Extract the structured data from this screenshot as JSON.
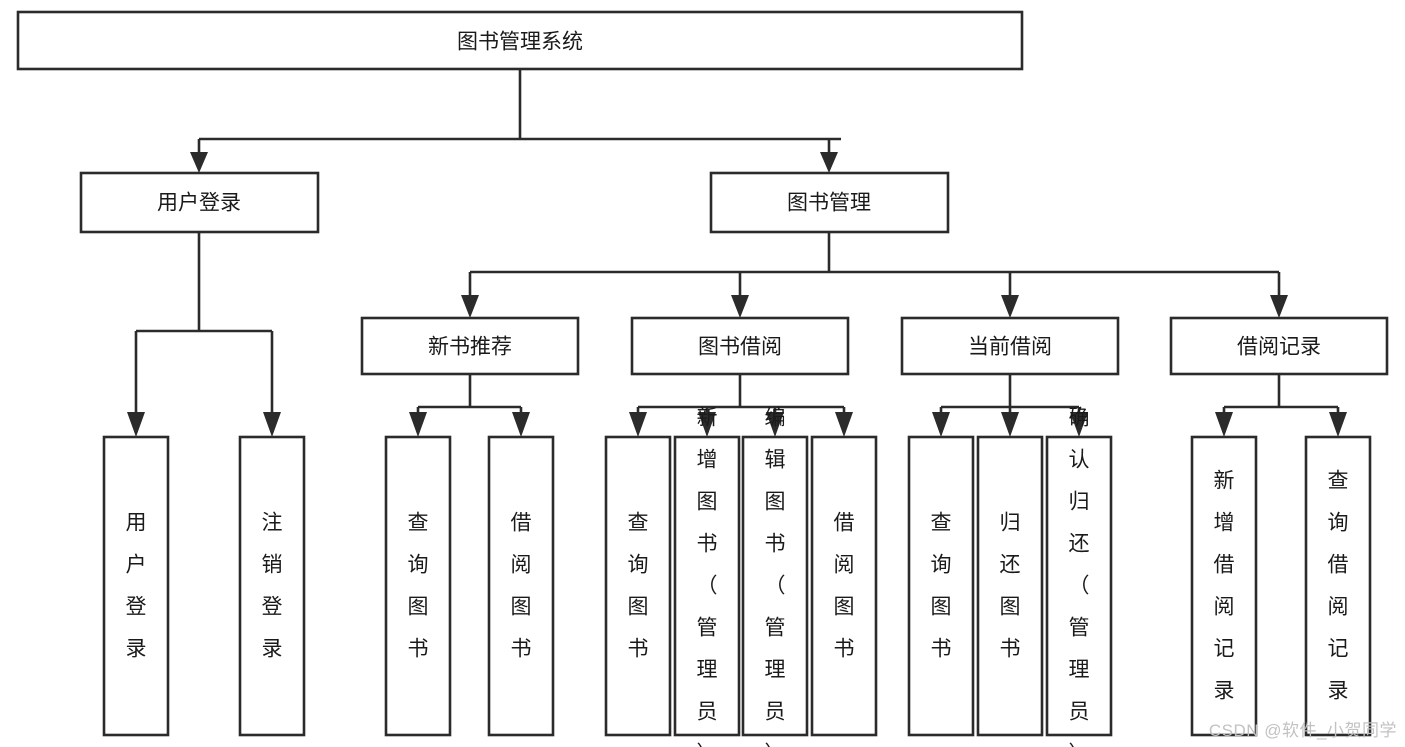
{
  "diagram": {
    "type": "tree-hierarchy-chart",
    "title": "图书管理系统",
    "watermark": "CSDN @软件_小贺同学",
    "colors": {
      "stroke": "#2b2b2b",
      "fill": "#ffffff",
      "text": "#1a1a1a",
      "watermark": "#c2c2c2"
    },
    "levels": [
      {
        "level": 1,
        "nodes": [
          {
            "id": "root",
            "label": "图书管理系统",
            "orientation": "horizontal"
          }
        ]
      },
      {
        "level": 2,
        "nodes": [
          {
            "id": "login",
            "label": "用户登录",
            "orientation": "horizontal",
            "parent": "root"
          },
          {
            "id": "bookmgmt",
            "label": "图书管理",
            "orientation": "horizontal",
            "parent": "root"
          }
        ]
      },
      {
        "level": 3,
        "nodes": [
          {
            "id": "newbook",
            "label": "新书推荐",
            "orientation": "horizontal",
            "parent": "bookmgmt"
          },
          {
            "id": "borrow",
            "label": "图书借阅",
            "orientation": "horizontal",
            "parent": "bookmgmt"
          },
          {
            "id": "current",
            "label": "当前借阅",
            "orientation": "horizontal",
            "parent": "bookmgmt"
          },
          {
            "id": "records",
            "label": "借阅记录",
            "orientation": "horizontal",
            "parent": "bookmgmt"
          }
        ]
      },
      {
        "level": 4,
        "nodes": [
          {
            "id": "leaf-1",
            "label": "用户登录",
            "orientation": "vertical",
            "parent": "login"
          },
          {
            "id": "leaf-2",
            "label": "注销登录",
            "orientation": "vertical",
            "parent": "login"
          },
          {
            "id": "leaf-3",
            "label": "查询图书",
            "orientation": "vertical",
            "parent": "newbook"
          },
          {
            "id": "leaf-4",
            "label": "借阅图书",
            "orientation": "vertical",
            "parent": "newbook"
          },
          {
            "id": "leaf-5",
            "label": "查询图书",
            "orientation": "vertical",
            "parent": "borrow"
          },
          {
            "id": "leaf-6",
            "label": "新增图书（管理员）",
            "orientation": "vertical",
            "parent": "borrow"
          },
          {
            "id": "leaf-7",
            "label": "编辑图书（管理员）",
            "orientation": "vertical",
            "parent": "borrow"
          },
          {
            "id": "leaf-8",
            "label": "借阅图书",
            "orientation": "vertical",
            "parent": "borrow"
          },
          {
            "id": "leaf-9",
            "label": "查询图书",
            "orientation": "vertical",
            "parent": "current"
          },
          {
            "id": "leaf-10",
            "label": "归还图书",
            "orientation": "vertical",
            "parent": "current"
          },
          {
            "id": "leaf-11",
            "label": "确认归还（管理员）",
            "orientation": "vertical",
            "parent": "current"
          },
          {
            "id": "leaf-12",
            "label": "新增借阅记录",
            "orientation": "vertical",
            "parent": "records"
          },
          {
            "id": "leaf-13",
            "label": "查询借阅记录",
            "orientation": "vertical",
            "parent": "records"
          }
        ]
      }
    ]
  },
  "nodes": {
    "root": {
      "label": "图书管理系统"
    },
    "login": {
      "label": "用户登录"
    },
    "bookmgmt": {
      "label": "图书管理"
    },
    "newbook": {
      "label": "新书推荐"
    },
    "borrow": {
      "label": "图书借阅"
    },
    "current": {
      "label": "当前借阅"
    },
    "records": {
      "label": "借阅记录"
    },
    "leaf1": {
      "label": "用户登录"
    },
    "leaf2": {
      "label": "注销登录"
    },
    "leaf3": {
      "label": "查询图书"
    },
    "leaf4": {
      "label": "借阅图书"
    },
    "leaf5": {
      "label": "查询图书"
    },
    "leaf6": {
      "label": "新增图书（管理员）"
    },
    "leaf7": {
      "label": "编辑图书（管理员）"
    },
    "leaf8": {
      "label": "借阅图书"
    },
    "leaf9": {
      "label": "查询图书"
    },
    "leaf10": {
      "label": "归还图书"
    },
    "leaf11": {
      "label": "确认归还（管理员）"
    },
    "leaf12": {
      "label": "新增借阅记录"
    },
    "leaf13": {
      "label": "查询借阅记录"
    }
  },
  "footer": {
    "watermark": "CSDN @软件_小贺同学"
  }
}
